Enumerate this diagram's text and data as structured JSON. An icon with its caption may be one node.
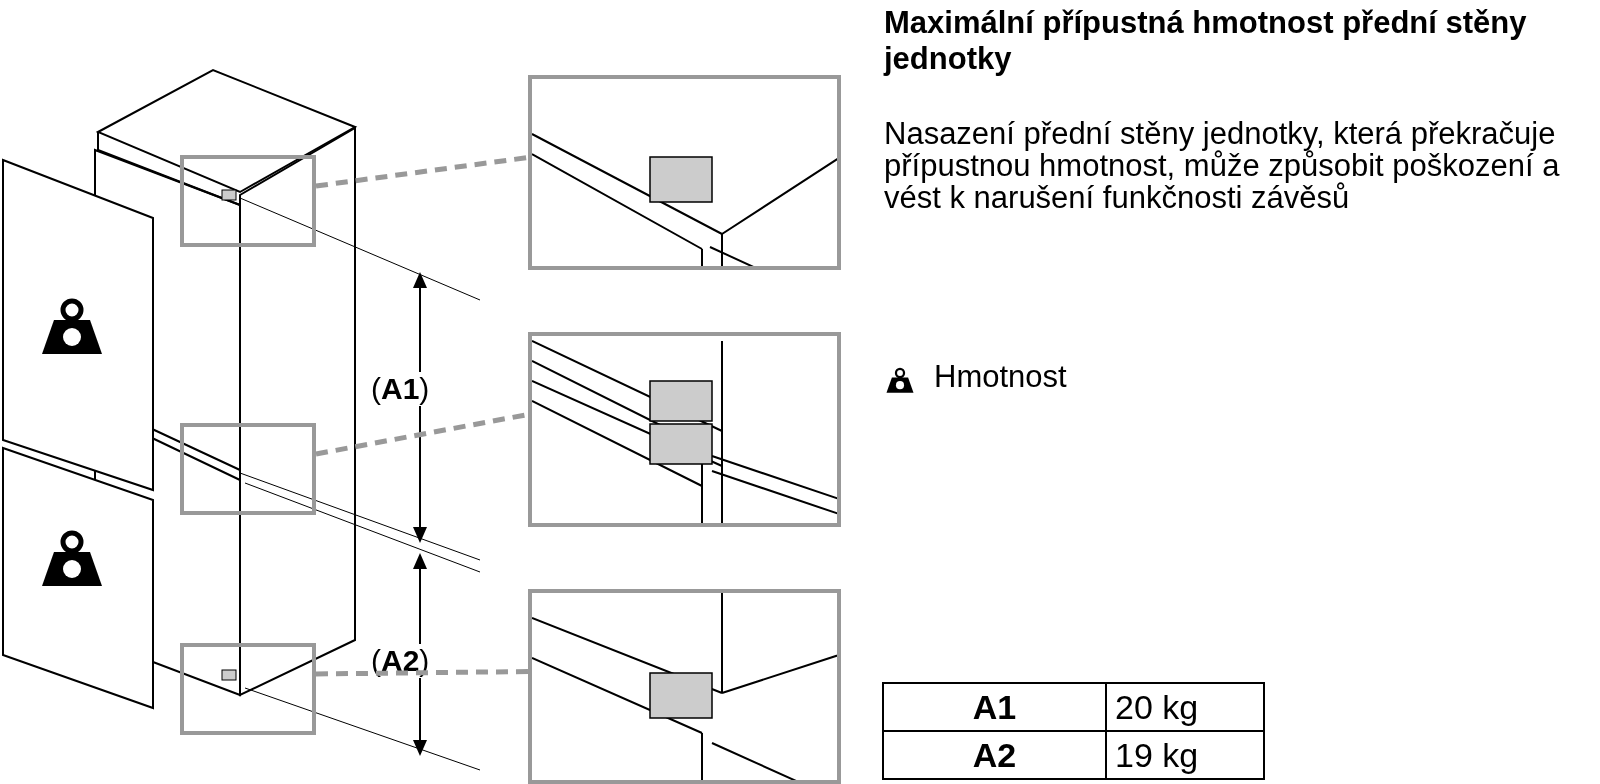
{
  "diagram": {
    "title": "Maximální přípustná hmotnost přední stěny jednotky",
    "nodes": [
      {
        "text": [],
        "shape": "box"
      },
      {
        "text": [],
        "shape": "box"
      },
      {
        "text": [],
        "shape": "box"
      },
      {
        "text": [],
        "shape": "picture"
      },
      {
        "text": [],
        "shape": "picture"
      },
      {
        "text": [],
        "shape": "picture"
      }
    ],
    "edges": [
      {
        "from": 0,
        "to": 3,
        "arrow": "none",
        "style": "dashed"
      },
      {
        "from": 1,
        "to": 4,
        "arrow": "none",
        "style": "dashed"
      },
      {
        "from": 2,
        "to": 5,
        "arrow": "none",
        "style": "dashed"
      }
    ],
    "labels": [
      "Nasazení přední stěny jednotky, která překračuje přípustnou hmotnost, může způsobit poškození a vést k narušení funkčnosti závěsů",
      "(**A1**)",
      "(**A2**)",
      "A1",
      "20 kg",
      "A2",
      "19 kg"
    ],
    "legend": [
      {
        "text": "Hmotnost"
      }
    ]
  }
}
